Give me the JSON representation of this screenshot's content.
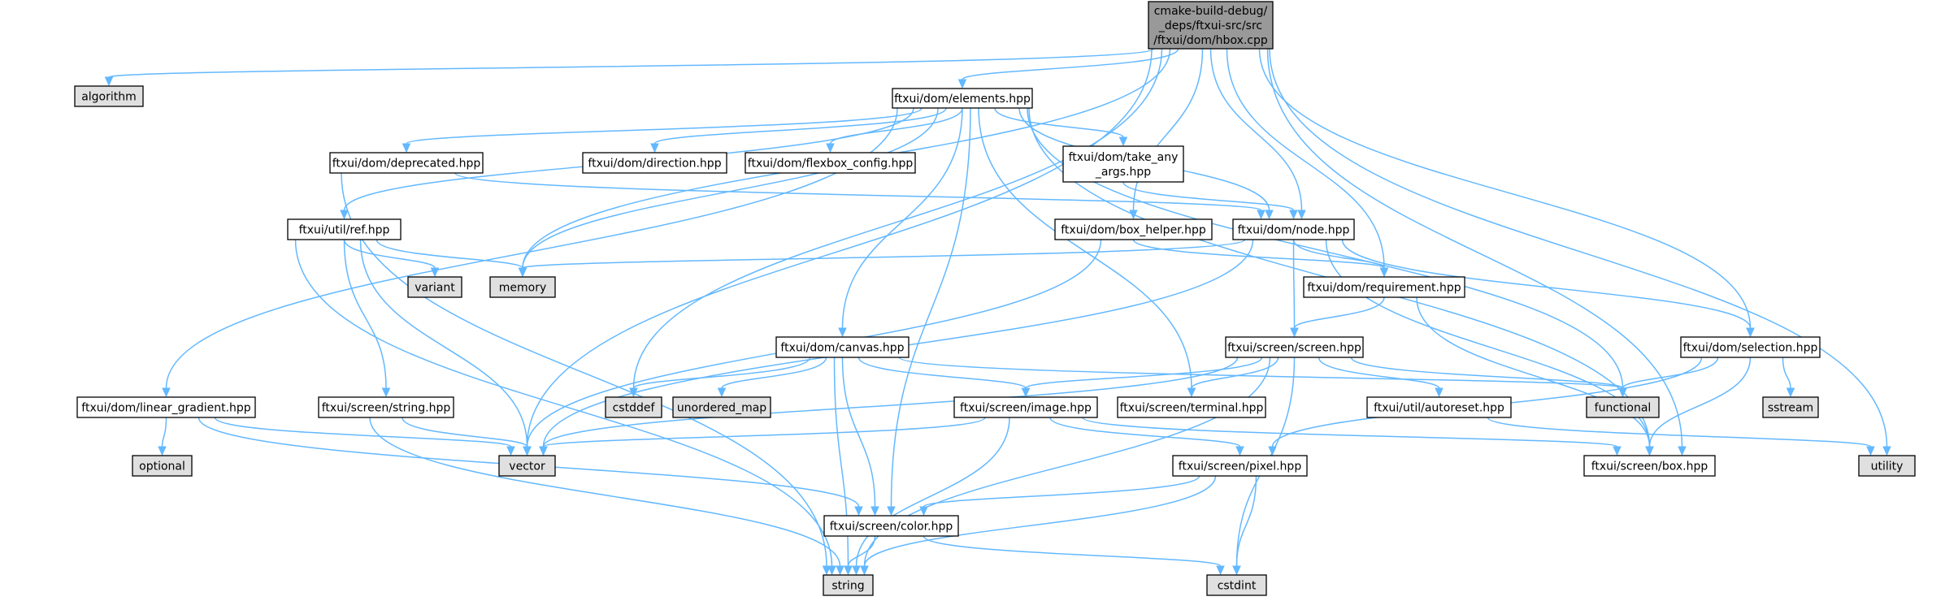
{
  "colors": {
    "root_fill": "#999999",
    "internal_fill": "#ffffff",
    "system_fill": "#e0e0e0",
    "system_border": "#999999",
    "border": "#000000",
    "edge": "#63b8ff"
  },
  "nodes": {
    "hbox": [
      "cmake-build-debug/",
      "_deps/ftxui-src/src",
      "/ftxui/dom/hbox.cpp"
    ],
    "algorithm": [
      "algorithm"
    ],
    "elements": [
      "ftxui/dom/elements.hpp"
    ],
    "deprecated": [
      "ftxui/dom/deprecated.hpp"
    ],
    "direction": [
      "ftxui/dom/direction.hpp"
    ],
    "flexbox_config": [
      "ftxui/dom/flexbox_config.hpp"
    ],
    "take_any_args": [
      "ftxui/dom/take_any",
      "_args.hpp"
    ],
    "ref": [
      "ftxui/util/ref.hpp"
    ],
    "box_helper": [
      "ftxui/dom/box_helper.hpp"
    ],
    "node": [
      "ftxui/dom/node.hpp"
    ],
    "variant": [
      "variant"
    ],
    "memory": [
      "memory"
    ],
    "requirement": [
      "ftxui/dom/requirement.hpp"
    ],
    "canvas": [
      "ftxui/dom/canvas.hpp"
    ],
    "screen": [
      "ftxui/screen/screen.hpp"
    ],
    "selection": [
      "ftxui/dom/selection.hpp"
    ],
    "linear_gradient": [
      "ftxui/dom/linear_gradient.hpp"
    ],
    "string_hpp": [
      "ftxui/screen/string.hpp"
    ],
    "cstddef": [
      "cstddef"
    ],
    "unordered_map": [
      "unordered_map"
    ],
    "image": [
      "ftxui/screen/image.hpp"
    ],
    "terminal": [
      "ftxui/screen/terminal.hpp"
    ],
    "autoreset": [
      "ftxui/util/autoreset.hpp"
    ],
    "functional": [
      "functional"
    ],
    "sstream": [
      "sstream"
    ],
    "optional": [
      "optional"
    ],
    "vector": [
      "vector"
    ],
    "pixel": [
      "ftxui/screen/pixel.hpp"
    ],
    "box": [
      "ftxui/screen/box.hpp"
    ],
    "utility": [
      "utility"
    ],
    "color": [
      "ftxui/screen/color.hpp"
    ],
    "string": [
      "string"
    ],
    "cstdint": [
      "cstdint"
    ]
  }
}
